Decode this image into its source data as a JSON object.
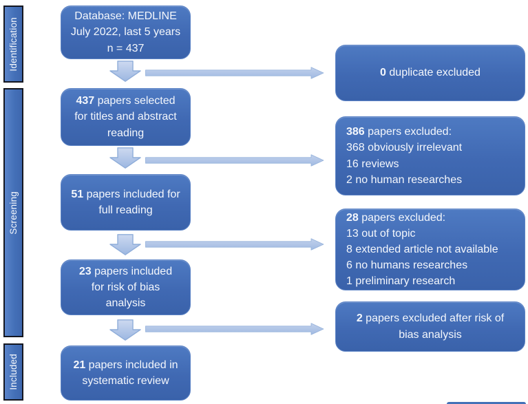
{
  "diagram": {
    "title_semantic": "PRISMA literature selection flow diagram",
    "palette": {
      "box_blue_top": "#4e7ac2",
      "box_blue_bottom": "#3a62aa",
      "bar_border": "#14161f",
      "arrow_fill_light": "#c9d6ef",
      "arrow_fill_dark": "#9fb9e2",
      "arrow_stroke": "#8fadd9",
      "text_color": "#f4f7fc"
    }
  },
  "sidebar": {
    "identification": "Identification",
    "screening": "Screening",
    "included": "Included"
  },
  "boxes": {
    "b1": {
      "l1": "Database: MEDLINE",
      "l2": "July 2022, last 5 years",
      "l3": "n = 437"
    },
    "b2": {
      "num": "437",
      "text": " papers selected for titles and abstract reading"
    },
    "b3": {
      "num": "51",
      "text": " papers included for full reading"
    },
    "b4": {
      "num": "23",
      "text": " papers included for risk of bias analysis"
    },
    "b5": {
      "num": "21",
      "text": " papers included in systematic review"
    },
    "r1": {
      "num": "0",
      "text": " duplicate excluded"
    },
    "r2": {
      "num": "386",
      "head": " papers excluded:",
      "items": [
        "368 obviously irrelevant",
        "16 reviews",
        "2 no human researches"
      ]
    },
    "r3": {
      "num": "28",
      "head": " papers excluded:",
      "items": [
        "13 out of topic",
        "8 extended article not available",
        "6 no humans researches",
        "1 preliminary research"
      ]
    },
    "r4": {
      "num": "2",
      "text": " papers excluded after risk of bias analysis"
    }
  }
}
